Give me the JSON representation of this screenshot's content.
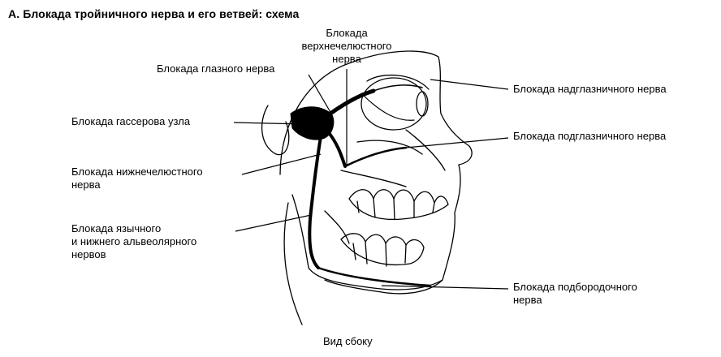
{
  "title": "А. Блокада тройничного нерва и его ветвей: схема",
  "labels": {
    "maxillary": "Блокада\nверхнечелюстного\nнерва",
    "ophthalmic": "Блокада глазного нерва",
    "supraorbital": "Блокада надглазничного нерва",
    "gasserian": "Блокада гассерова узла",
    "infraorbital": "Блокада подглазничного нерва",
    "mandibular": "Блокада нижнечелюстного\nнерва",
    "lingual_alveolar": "Блокада язычного\nи нижнего альвеолярного\nнервов",
    "mental": "Блокада подбородочного\nнерва"
  },
  "caption": "Вид сбоку"
}
